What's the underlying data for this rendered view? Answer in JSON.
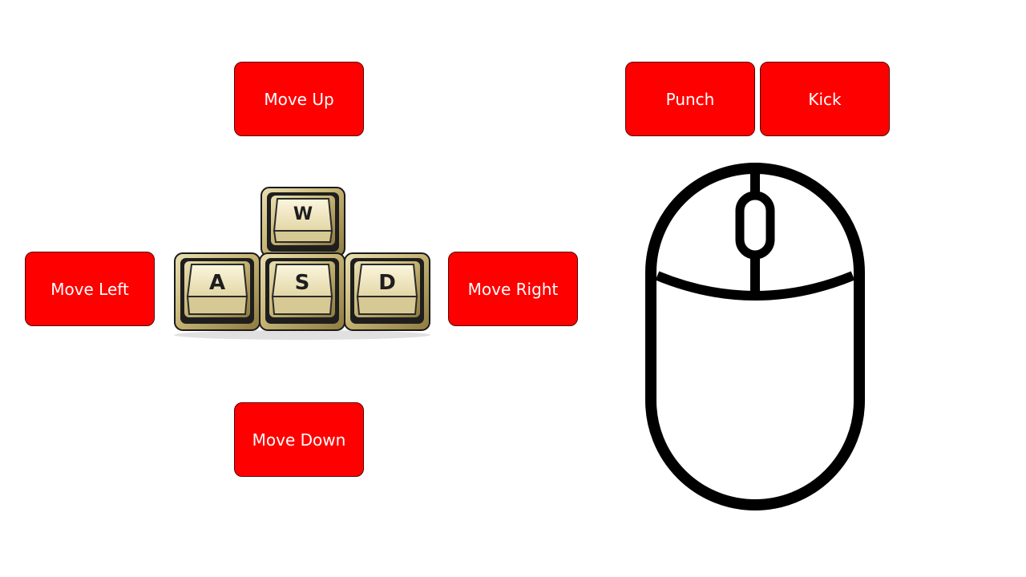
{
  "accent_color": "#ff0000",
  "buttons": {
    "move_up": "Move Up",
    "move_left": "Move Left",
    "move_right": "Move Right",
    "move_down": "Move Down",
    "punch": "Punch",
    "kick": "Kick"
  },
  "keys": {
    "w": "W",
    "a": "A",
    "s": "S",
    "d": "D"
  },
  "icons": {
    "keyboard": "wasd-keys-icon",
    "mouse": "mouse-icon"
  }
}
